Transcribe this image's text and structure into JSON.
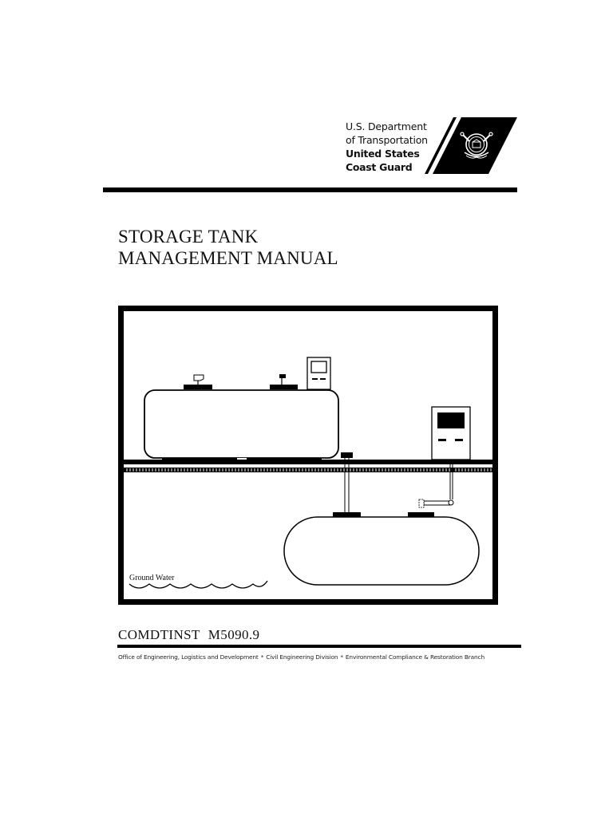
{
  "header": {
    "agency_lines": [
      "U.S. Department",
      "of Transportation",
      "United States",
      "Coast Guard"
    ],
    "logo_icon": "coast-guard-seal-icon"
  },
  "title": {
    "line1": "STORAGE TANK",
    "line2": "MANAGEMENT MANUAL"
  },
  "illustration": {
    "description": "Above-ground and underground storage tanks with monitoring consoles",
    "ground_water_label": "Ground Water"
  },
  "document": {
    "instruction_prefix": "COMDTINST",
    "instruction_number": "M5090.9"
  },
  "footer": {
    "offices": [
      "Office of Engineering, Logistics and Development",
      "Civil Engineering Division",
      "Environmental Compliance & Restoration Branch"
    ],
    "separator": "*"
  },
  "colors": {
    "ink": "#000000",
    "paper": "#ffffff"
  }
}
